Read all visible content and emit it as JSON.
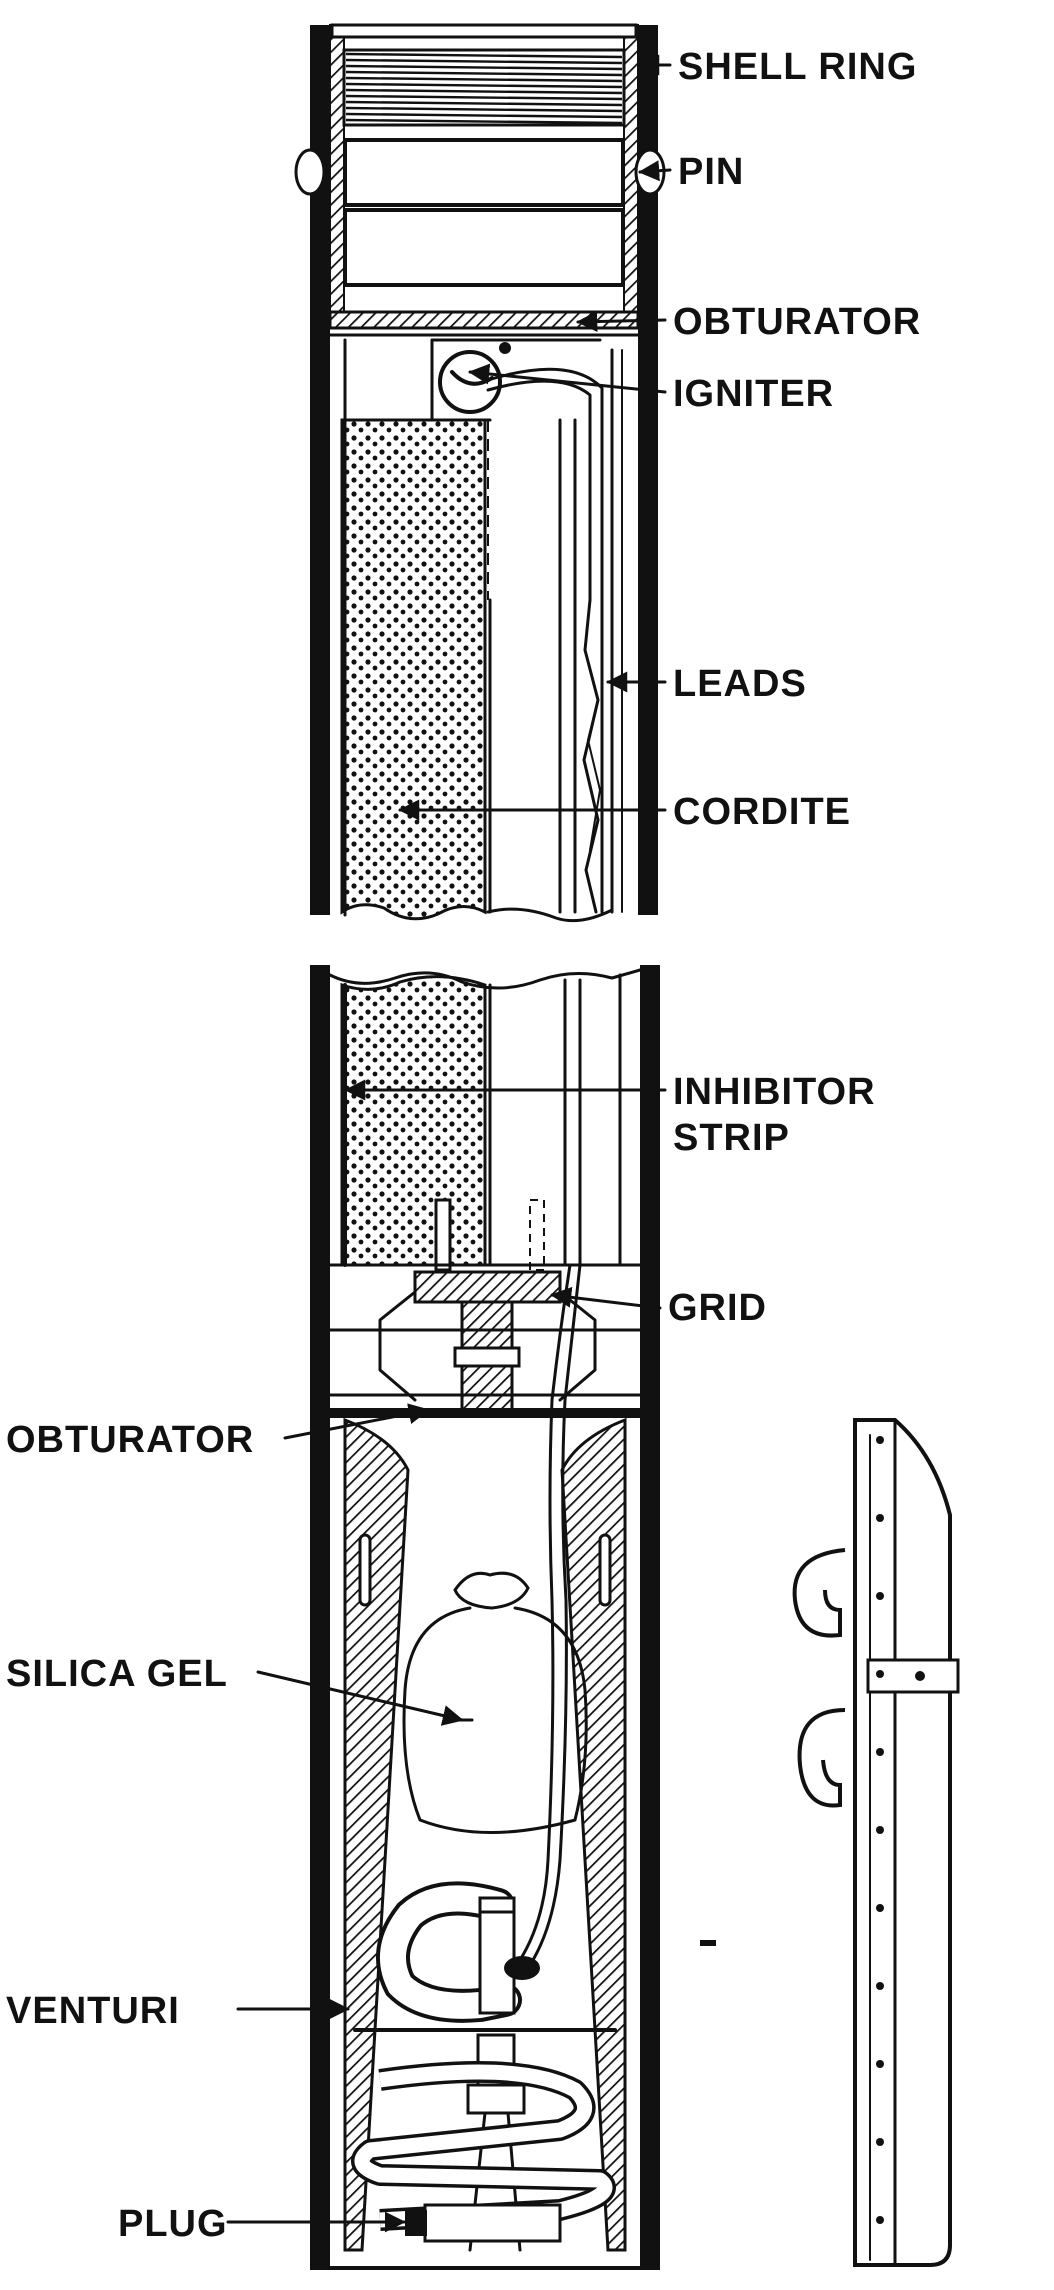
{
  "labels": {
    "shell_ring": "SHELL RING",
    "pin": "PIN",
    "obturator_top": "OBTURATOR",
    "igniter": "IGNITER",
    "leads": "LEADS",
    "cordite": "CORDITE",
    "inhibitor_line1": "INHIBITOR",
    "inhibitor_line2": "STRIP",
    "grid": "GRID",
    "obturator_bottom": "OBTURATOR",
    "silica_gel": "SILICA GEL",
    "venturi": "VENTURI",
    "plug": "PLUG"
  },
  "colors": {
    "ink": "#111111",
    "paper": "#ffffff"
  }
}
